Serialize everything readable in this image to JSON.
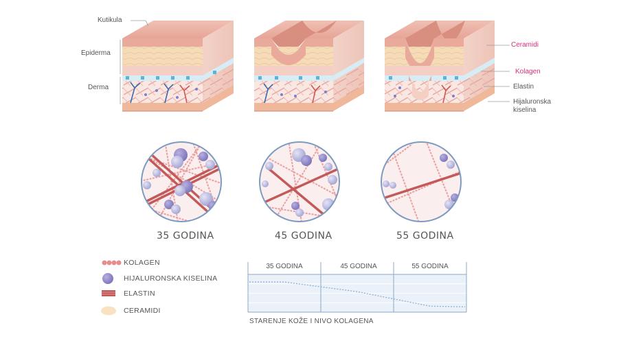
{
  "skin_labels": {
    "kutikula": "Kutikula",
    "epiderma": "Epiderma",
    "derma": "Derma",
    "ceramidi": "Ceramidi",
    "kolagen": "Kolagen",
    "elastin": "Elastin",
    "hijaluronska_line1": "Hijaluronska",
    "hijaluronska_line2": "kiselina"
  },
  "ages": [
    {
      "label": "35 GODINA"
    },
    {
      "label": "45 GODINA"
    },
    {
      "label": "55 GODINA"
    }
  ],
  "legend": [
    {
      "label": "KOLAGEN",
      "icon": "collagen-beads-icon"
    },
    {
      "label": "HIJALURONSKA KISELINA",
      "icon": "hyaluronic-sphere-icon"
    },
    {
      "label": "ELASTIN",
      "icon": "elastin-fiber-icon"
    },
    {
      "label": "CERAMIDI",
      "icon": "ceramide-blob-icon"
    }
  ],
  "chart_data": {
    "type": "line",
    "categories": [
      "35 GODINA",
      "45 GODINA",
      "55 GODINA"
    ],
    "caption": "STARENJE KOŽE I NIVO KOLAGENA",
    "series": [
      {
        "values": [
          0.85,
          0.55,
          0.1
        ],
        "style": "dotted",
        "color": "#8fb0cf"
      }
    ],
    "ylim": [
      0,
      1
    ],
    "grid": true,
    "colors": {
      "background": "#eaf1f8",
      "frame": "#8aa9c8",
      "grid": "#ffffff"
    }
  },
  "colors": {
    "skin_surface": "#eab0a4",
    "epidermis": "#f3d2c6",
    "ceramide_band": "#f6dcb4",
    "dermis": "#f9e7e1",
    "collagen": "#e3898a",
    "elastin": "#c25a59",
    "hyaluronic": "#aaaad6",
    "basal_cells": "#5bb3d6",
    "vessels": "#3c6aa8",
    "accent_pink": "#d62f7a",
    "circle_outline": "#7d9bc1"
  }
}
